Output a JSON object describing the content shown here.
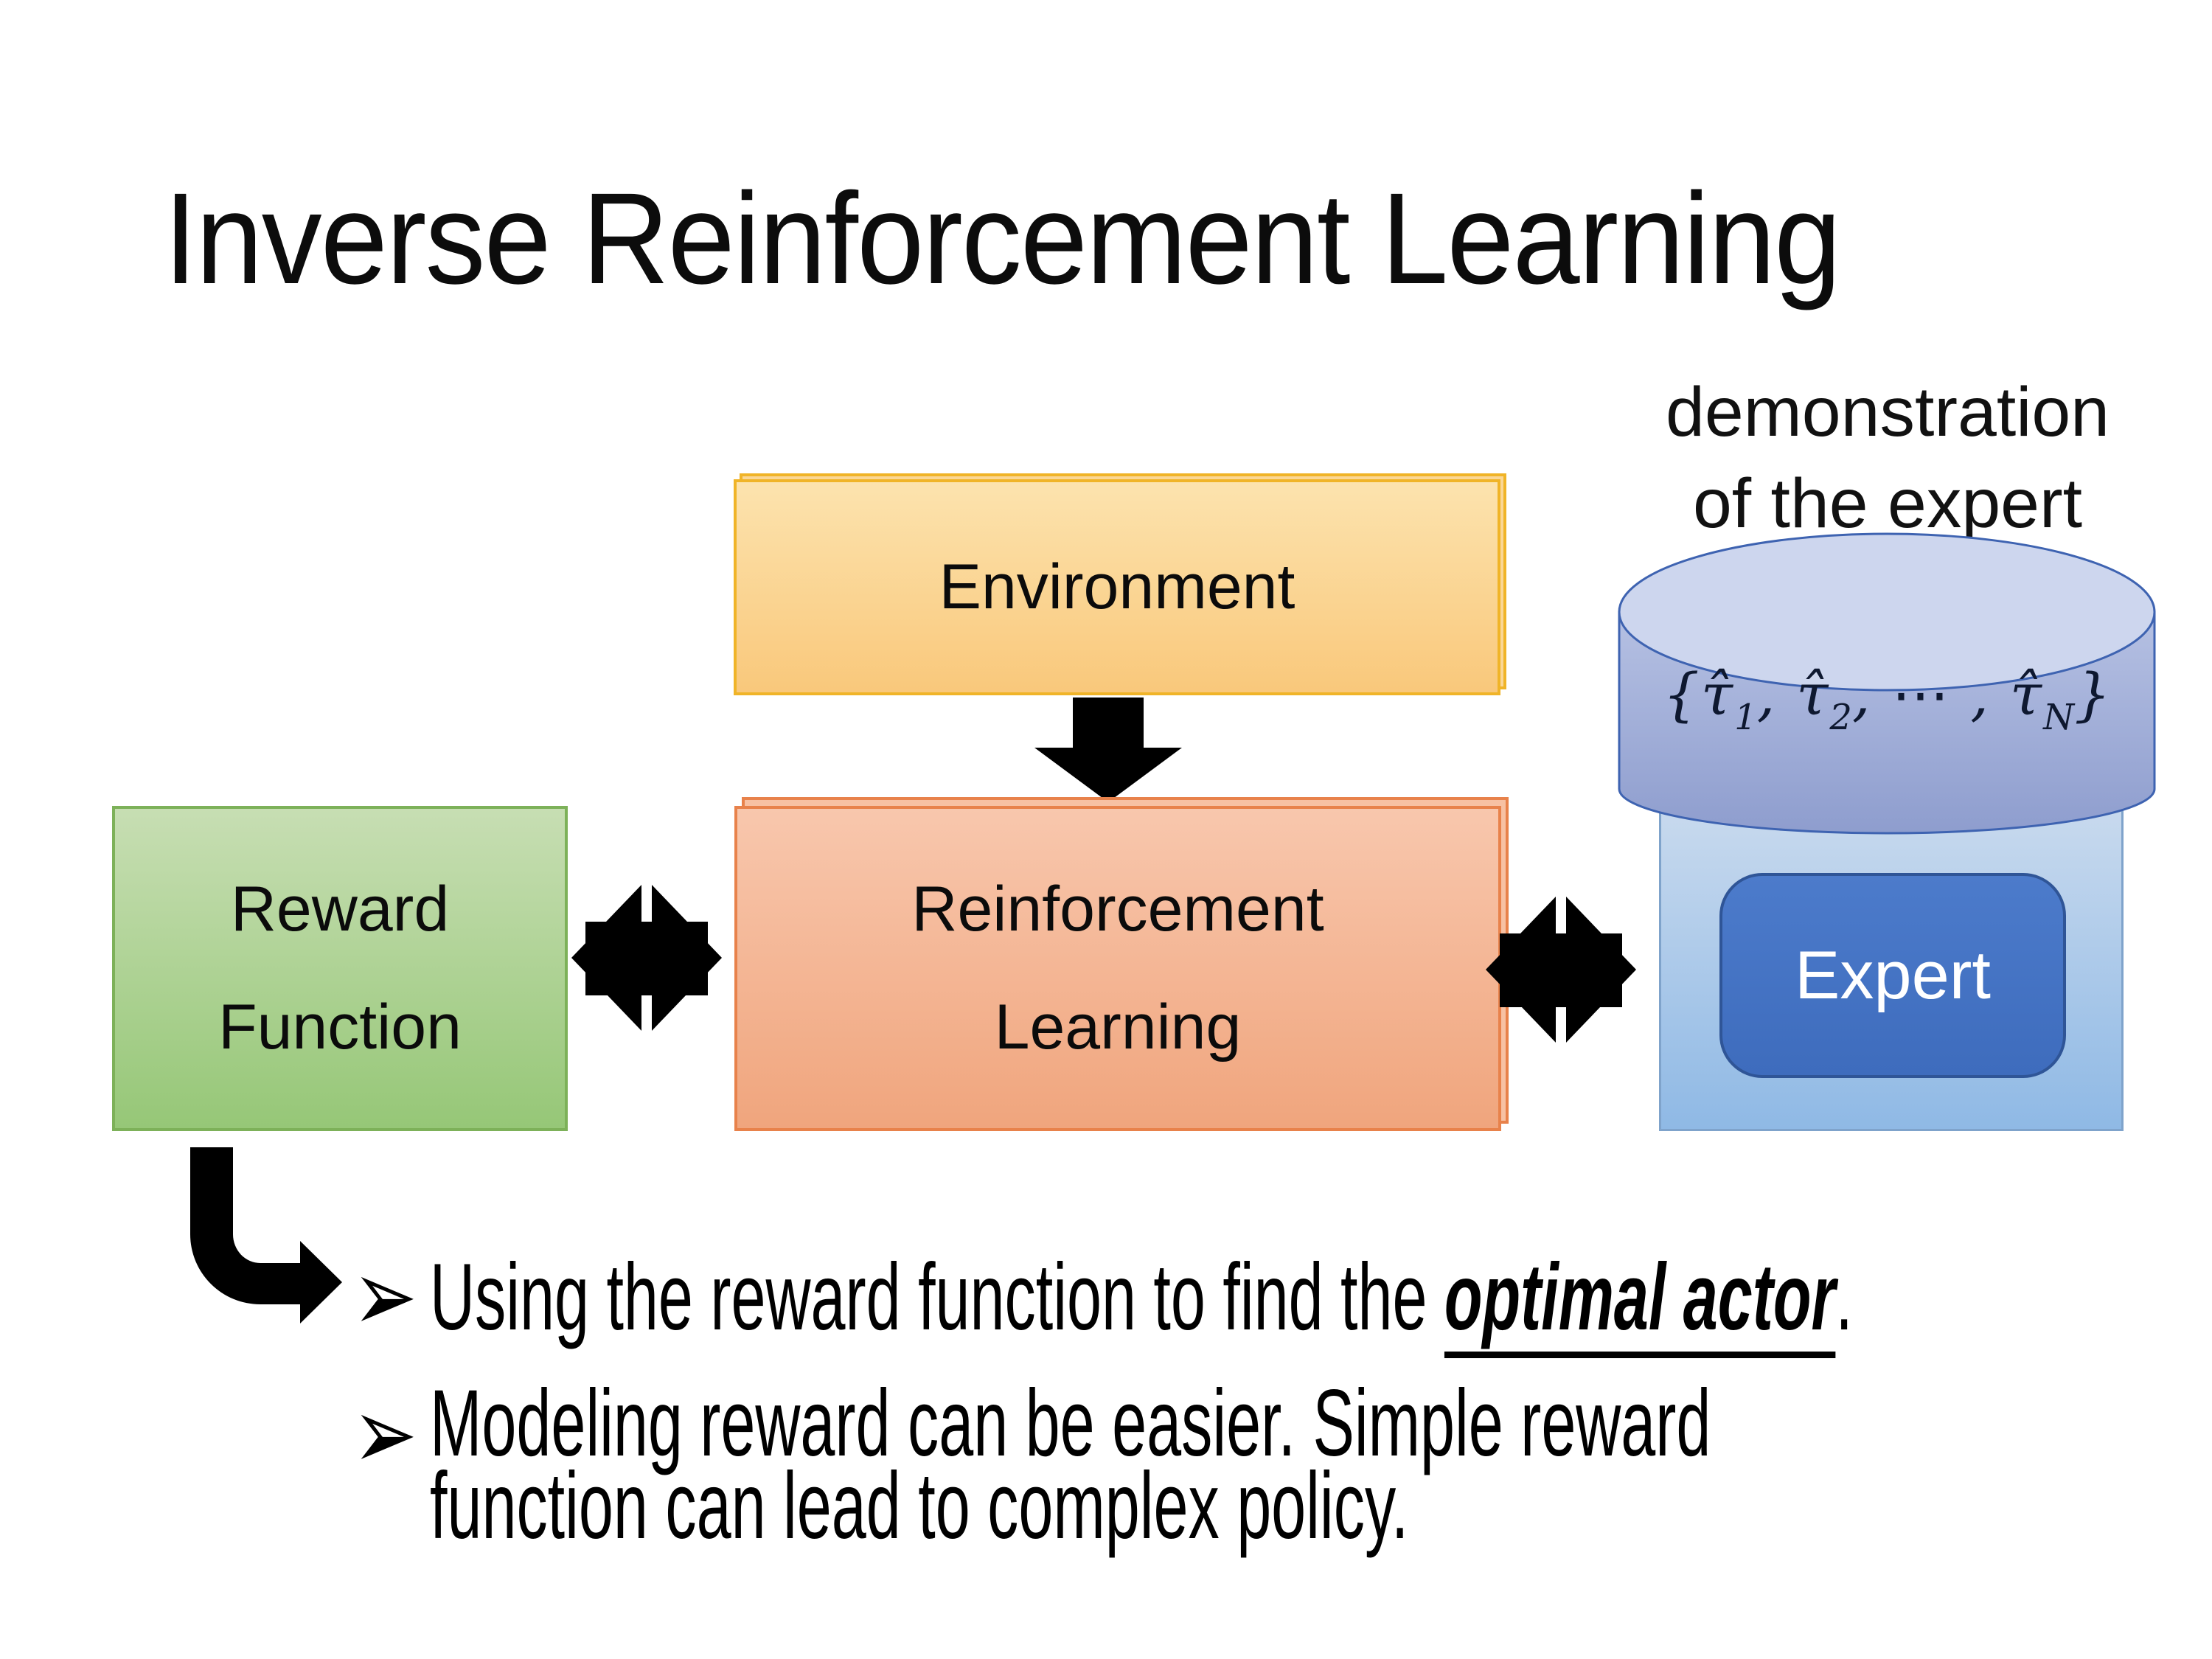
{
  "slide": {
    "title": "Inverse Reinforcement Learning"
  },
  "diagram": {
    "demo_label": "demonstration\nof the expert",
    "environment_label": "Environment",
    "reward_label": "Reward\nFunction",
    "rl_label": "Reinforcement\nLearning",
    "expert_label": "Expert",
    "formula": {
      "open": "{",
      "tau": "τ̂",
      "sub1": "1",
      "sep1": ", ",
      "sub2": "2",
      "sep2": ", ⋯ , ",
      "subN": "N",
      "close": "}"
    }
  },
  "bullets": {
    "marker": "➢",
    "item1": {
      "prefix": "Using the reward function to find the ",
      "emphasis": "optimal actor",
      "suffix": "."
    },
    "item2": {
      "line1": "Modeling reward can be easier. Simple reward",
      "line2": "function can lead to complex policy."
    }
  },
  "colors": {
    "environment_fill_top": "#FCE3AE",
    "environment_fill_bottom": "#F9C87B",
    "environment_border": "#F0B428",
    "reward_fill_top": "#C7DEB3",
    "reward_fill_bottom": "#96C777",
    "reward_border": "#7DB159",
    "rl_fill_top": "#F8C7AD",
    "rl_fill_bottom": "#F0A57D",
    "rl_border": "#E8824B",
    "expert_container_top": "#C9DAEE",
    "expert_container_bottom": "#8FB9E5",
    "expert_container_border": "#7FA3CB",
    "expert_fill_top": "#4C7BCB",
    "expert_fill_bottom": "#3E6CBD",
    "expert_border": "#2F5597",
    "cylinder_body_top": "#B6C1E3",
    "cylinder_body_bottom": "#8E9DCE",
    "cylinder_ellipse": "#CDD6EE",
    "cylinder_border": "#3E63B1",
    "arrow_color": "#000000",
    "text_color": "#0D0D0D"
  }
}
